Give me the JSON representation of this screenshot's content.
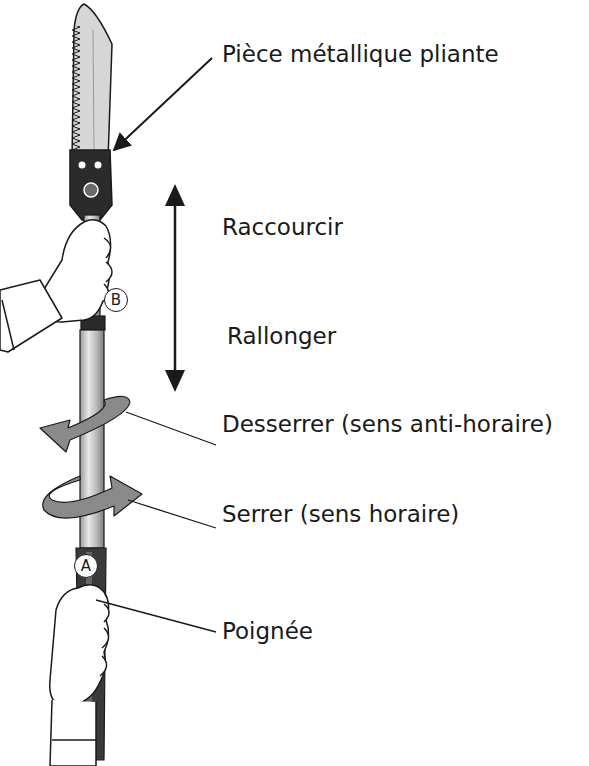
{
  "diagram": {
    "nodes": [
      {
        "text": [
          "B"
        ]
      },
      {
        "text": [
          "A"
        ]
      }
    ],
    "edges": [],
    "labels": [
      "Pièce métallique pliante",
      "Raccourcir",
      "Rallonger",
      "Desserrer (sens anti-horaire)",
      "Serrer (sens horaire)",
      "Poignée"
    ]
  }
}
